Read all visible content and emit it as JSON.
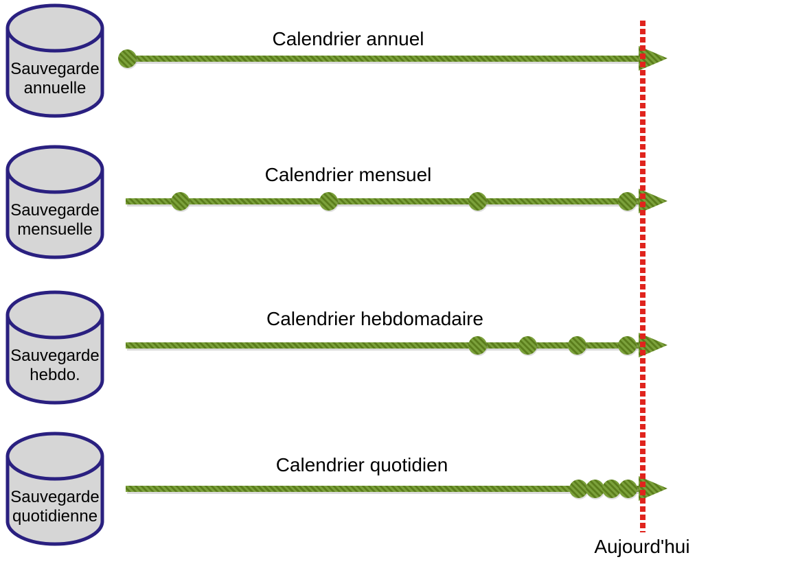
{
  "diagram_title": "Backup schedule diagram",
  "colors": {
    "timeline_green": "#6b8e23",
    "timeline_green_light": "#7ba13b",
    "timeline_green_dark": "#5b7d1c",
    "today_red": "#e0241d",
    "cylinder_fill": "#d6d6d6",
    "cylinder_border": "#2a2080",
    "text": "#000000",
    "background": "#ffffff"
  },
  "today": {
    "label": "Aujourd'hui"
  },
  "rows": [
    {
      "store_line1": "Sauvegarde",
      "store_line2": "annuelle",
      "timeline_label": "Calendrier annuel",
      "marks_x": [
        185
      ]
    },
    {
      "store_line1": "Sauvegarde",
      "store_line2": "mensuelle",
      "timeline_label": "Calendrier mensuel",
      "marks_x": [
        262,
        478,
        695,
        913
      ]
    },
    {
      "store_line1": "Sauvegarde",
      "store_line2": "hebdo.",
      "timeline_label": "Calendrier hebdomadaire",
      "marks_x": [
        695,
        768,
        840,
        913
      ]
    },
    {
      "store_line1": "Sauvegarde",
      "store_line2": "quotidienne",
      "timeline_label": "Calendrier quotidien",
      "marks_x": [
        842,
        866,
        890,
        914
      ]
    }
  ]
}
